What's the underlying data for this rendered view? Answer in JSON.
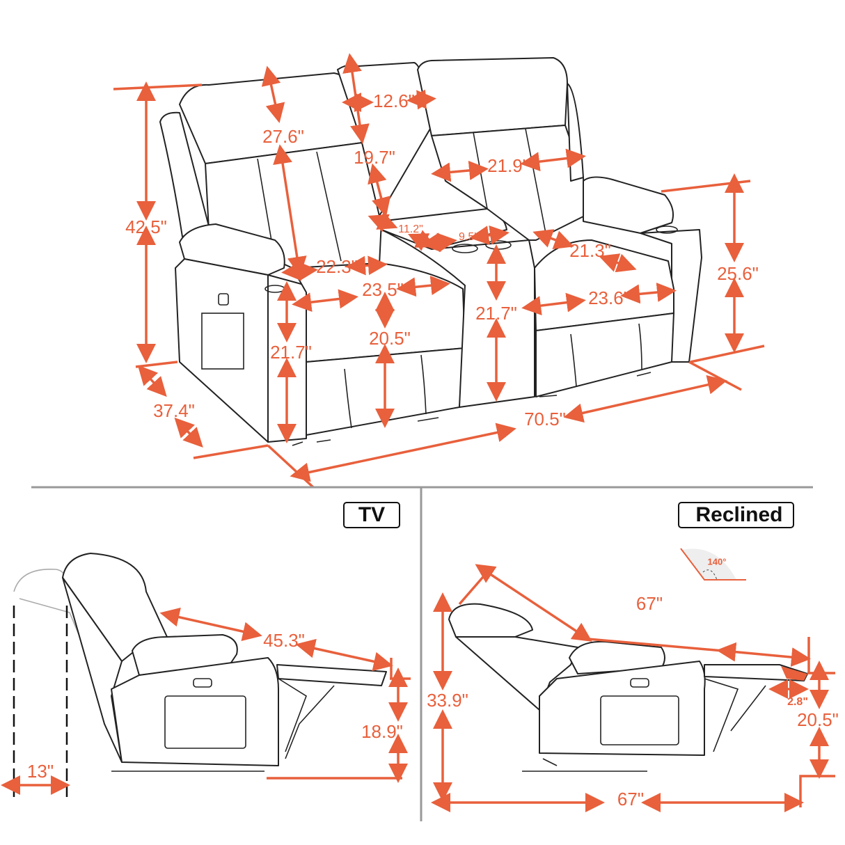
{
  "colors": {
    "dimension": "#E8603C",
    "outline": "#222222",
    "divider": "#999999"
  },
  "main_view": {
    "height_total": "42.5\"",
    "headrest_height": "27.6\"",
    "console_width": "12.6\"",
    "console_back_height": "19.7\"",
    "right_back_width": "21.9\"",
    "console_depth": "11.2\"",
    "console_lid_width": "9.5\"",
    "left_seat_depth": "22.3\"",
    "left_seat_width": "23.5\"",
    "right_seat_depth": "21.3\"",
    "right_seat_width": "23.6\"",
    "seat_height_left": "20.5\"",
    "arm_height_left": "21.7\"",
    "console_height": "21.7\"",
    "arm_height_right": "25.6\"",
    "depth": "37.4\"",
    "width": "70.5\""
  },
  "tv_view": {
    "label": "TV",
    "extended_length": "45.3\"",
    "footrest_height": "18.9\"",
    "wall_clearance": "13\""
  },
  "reclined_view": {
    "label": "Reclined",
    "angle": "140°",
    "diagonal_length": "67\"",
    "height": "33.9\"",
    "footrest_gap": "2.8\"",
    "footrest_height": "20.5\"",
    "length": "67\""
  }
}
